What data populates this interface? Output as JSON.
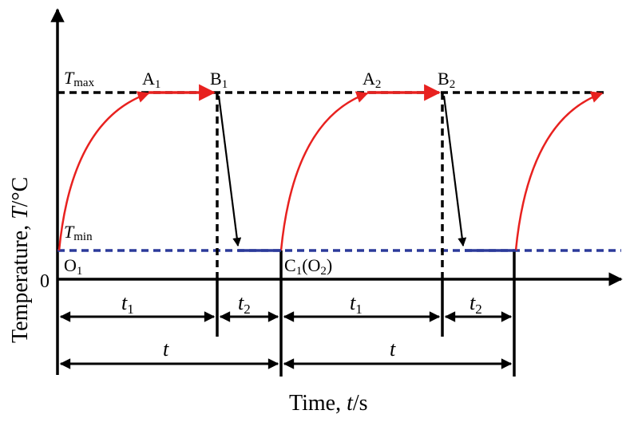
{
  "axes": {
    "y_label_main": "Temperature, ",
    "y_label_var": "T",
    "y_label_unit": "/°C",
    "x_label_main": "Time, ",
    "x_label_var": "t",
    "x_label_unit": "/s",
    "origin_label": "0"
  },
  "levels": {
    "tmax_var": "T",
    "tmax_sub": "max",
    "tmin_var": "T",
    "tmin_sub": "min"
  },
  "points": {
    "a1_main": "A",
    "a1_sub": "1",
    "b1_main": "B",
    "b1_sub": "1",
    "a2_main": "A",
    "a2_sub": "2",
    "b2_main": "B",
    "b2_sub": "2",
    "o1_main": "O",
    "o1_sub": "1",
    "c1_main": "C",
    "c1_sub": "1",
    "c1_paren_open": "(O",
    "c1_paren_sub": "2",
    "c1_paren_close": ")"
  },
  "intervals": {
    "t1_var": "t",
    "t1_sub": "1",
    "t2_var": "t",
    "t2_sub": "2",
    "t_var": "t"
  },
  "colors": {
    "heating": "#e8211f",
    "cooling_line": "#2b3a9a",
    "dashed_black": "#000000",
    "axis": "#000000"
  }
}
